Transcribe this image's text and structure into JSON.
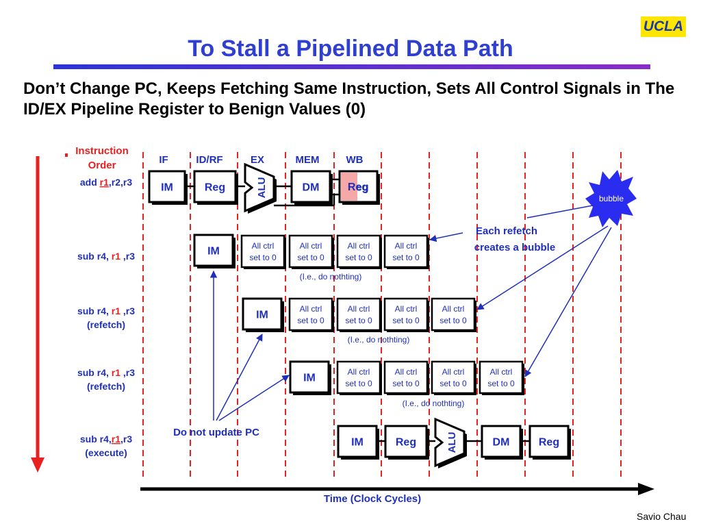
{
  "slide": {
    "title": "To Stall a Pipelined Data Path",
    "subtitle": "Don’t Change PC, Keeps Fetching Same Instruction, Sets All Control Signals in The ID/EX Pipeline Register to Benign Values (0)",
    "logo_text": "UCLA",
    "credit": "Savio Chau"
  },
  "diagram": {
    "order_label_lines": [
      "Instruction",
      "Order"
    ],
    "stages": [
      "IF",
      "ID/RF",
      "EX",
      "MEM",
      "WB"
    ],
    "time_label": "Time (Clock Cycles)",
    "rows": [
      {
        "name_parts": [
          "add ",
          "r1",
          ",r2,r3"
        ],
        "sub": ""
      },
      {
        "name_parts": [
          "sub r4, ",
          "r1",
          " ,r3"
        ],
        "sub": ""
      },
      {
        "name_parts": [
          "sub r4, ",
          "r1",
          " ,r3"
        ],
        "sub": "(refetch)"
      },
      {
        "name_parts": [
          "sub r4, ",
          "r1",
          " ,r3"
        ],
        "sub": "(refetch)"
      },
      {
        "name_parts": [
          "sub r4,",
          "r1",
          ",r3"
        ],
        "sub": "(execute)"
      }
    ],
    "blocks": {
      "im": "IM",
      "reg": "Reg",
      "alu": "ALU",
      "dm": "DM"
    },
    "ctrl_lines": [
      "All ctrl",
      "set to 0"
    ],
    "nothing_note": "(I.e., do nothting)",
    "bubble_label": "bubble",
    "bubble_note_lines": [
      "Each refetch",
      "creates a bubble"
    ],
    "pc_note": "Do not update PC",
    "colors": {
      "title_blue": "#2f3fd0",
      "label_blue": "#1f2fb8",
      "red": "#e82020",
      "reg_highlight": "#f5a8a8",
      "bubble_blue": "#2a2cf0"
    }
  }
}
